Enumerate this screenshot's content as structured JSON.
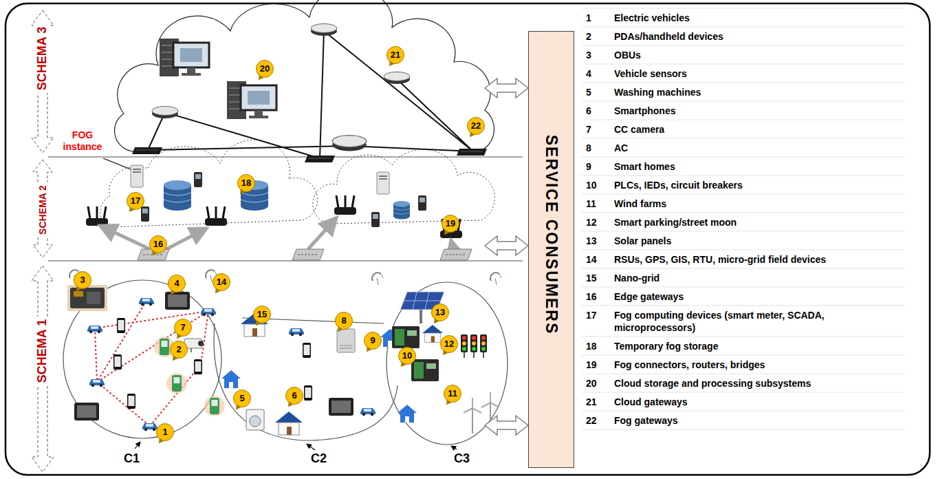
{
  "diagram": {
    "nodes": [
      {
        "text": [
          "SCHEMA 3"
        ]
      },
      {
        "text": [
          "SCHEMA 2"
        ]
      },
      {
        "text": [
          "SCHEMA 1"
        ]
      },
      {
        "text": [
          "SERVICE CONSUMERS"
        ]
      }
    ],
    "edges": [
      {
        "from": 0,
        "to": 3,
        "arrow": "both"
      },
      {
        "from": 1,
        "to": 3,
        "arrow": "both"
      },
      {
        "from": 2,
        "to": 3,
        "arrow": "both"
      }
    ],
    "labels": [
      "FOG instance",
      "20",
      "21",
      "22",
      "17",
      "18",
      "16",
      "19",
      "3",
      "4",
      "14",
      "2",
      "7",
      "15",
      "8",
      "9",
      "13",
      "12",
      "10",
      "1",
      "5",
      "6",
      "11",
      "C1",
      "C2",
      "C3",
      "1",
      "Electric vehicles",
      "2",
      "PDAs/handheld devices",
      "3",
      "OBUs",
      "4",
      "Vehicle sensors",
      "5",
      "Washing machines",
      "6",
      "Smartphones",
      "7",
      "CC camera",
      "8",
      "AC",
      "9",
      "Smart homes",
      "10",
      "PLCs, IEDs, circuit breakers",
      "11",
      "Wind farms",
      "12",
      "Smart parking/street moon",
      "13",
      "Solar panels",
      "14",
      "RSUs, GPS, GIS, RTU, micro-grid field devices",
      "15",
      "Nano-grid",
      "16",
      "Edge gateways",
      "17",
      "Fog computing devices (smart meter, SCADA, microprocessors)",
      "18",
      "Temporary fog storage",
      "19",
      "Fog connectors, routers, bridges",
      "20",
      "Cloud storage and processing subsystems",
      "21",
      "Cloud gateways",
      "22",
      "Fog gateways"
    ]
  }
}
